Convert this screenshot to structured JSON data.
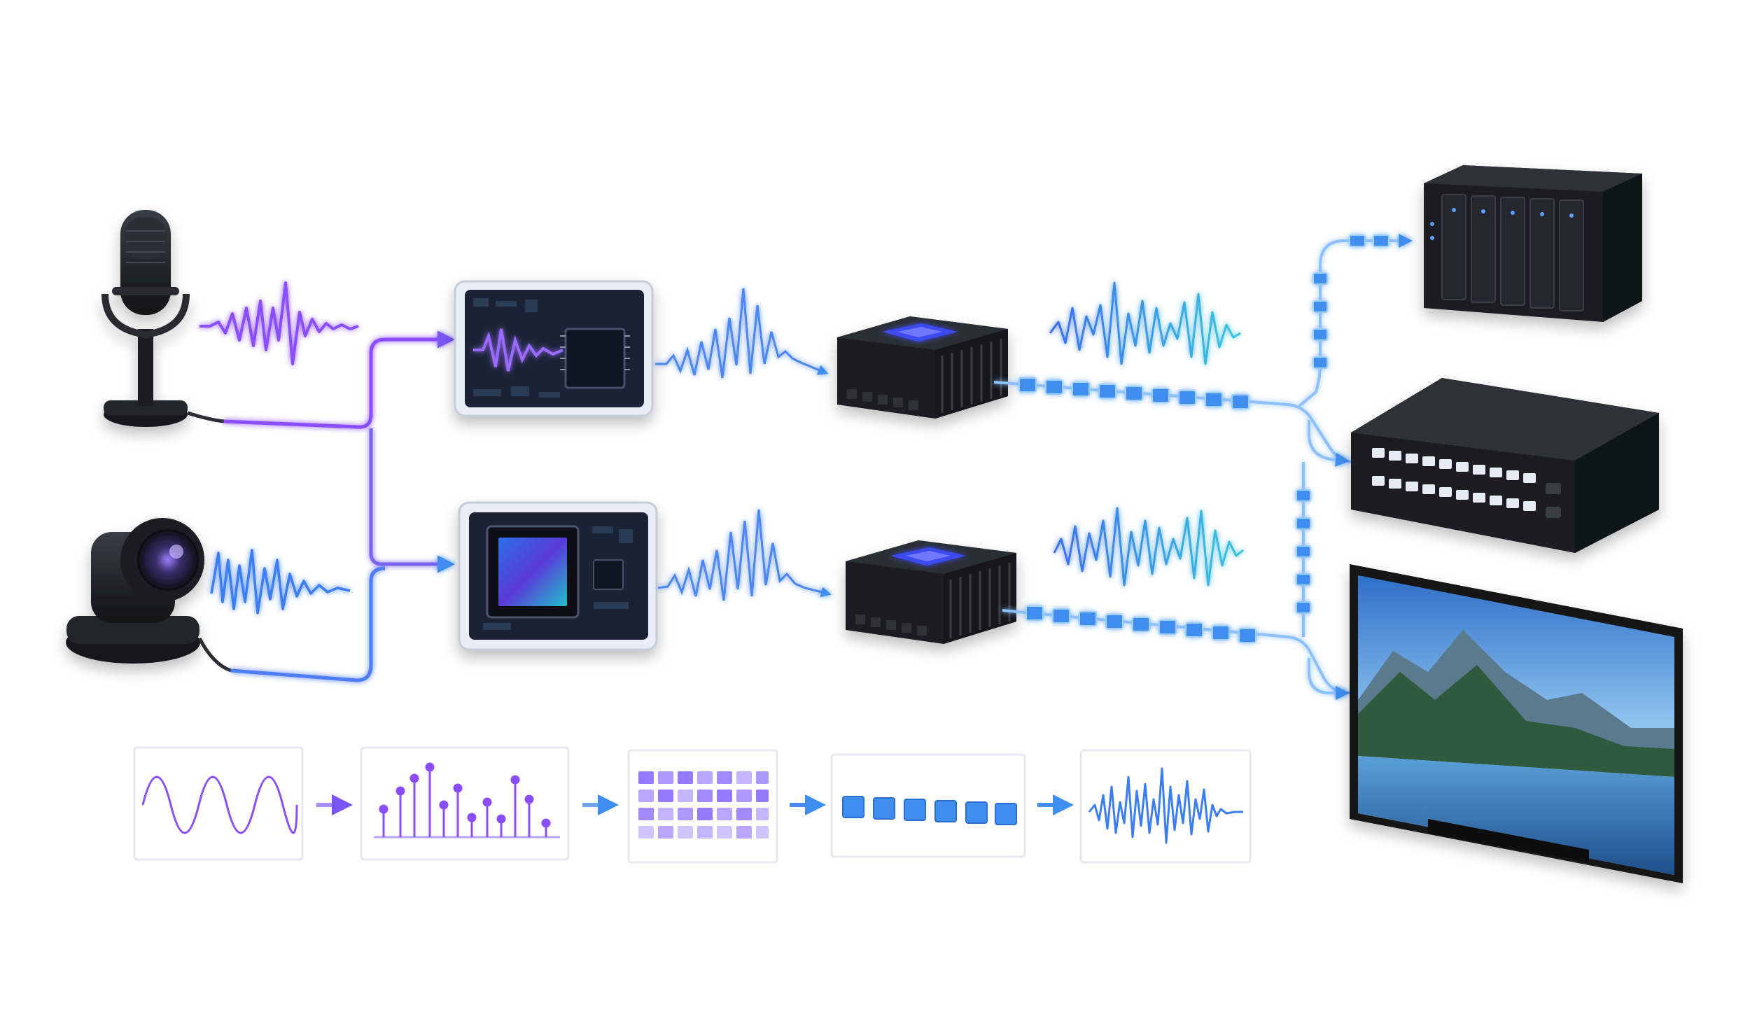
{
  "diagram": {
    "sources": [
      {
        "id": "microphone",
        "icon": "microphone-icon"
      },
      {
        "id": "ptz-camera",
        "icon": "ptz-camera-icon"
      }
    ],
    "processing": [
      {
        "id": "audio-interface-board",
        "icon": "circuit-board-icon"
      },
      {
        "id": "image-sensor-board",
        "icon": "image-sensor-icon"
      },
      {
        "id": "encoder-top",
        "icon": "encoder-box-icon"
      },
      {
        "id": "encoder-bottom",
        "icon": "encoder-box-icon"
      }
    ],
    "destinations": [
      {
        "id": "nas-storage",
        "icon": "nas-icon"
      },
      {
        "id": "network-switch",
        "icon": "switch-icon"
      },
      {
        "id": "display-monitor",
        "icon": "monitor-icon"
      }
    ],
    "pipeline_stages": [
      {
        "id": "analog-wave",
        "icon": "sine-wave-icon"
      },
      {
        "id": "sampling",
        "icon": "sampled-signal-icon"
      },
      {
        "id": "quantization-grid",
        "icon": "grid-icon"
      },
      {
        "id": "packets",
        "icon": "packet-blocks-icon"
      },
      {
        "id": "reconstructed-signal",
        "icon": "waveform-icon"
      }
    ]
  },
  "colors": {
    "audio_purple": "#8a4dff",
    "video_blue": "#3b7df5",
    "packet_blue": "#3f8ef0",
    "device_dark": "#1d1f24",
    "panel_border": "#e6e8ef"
  }
}
